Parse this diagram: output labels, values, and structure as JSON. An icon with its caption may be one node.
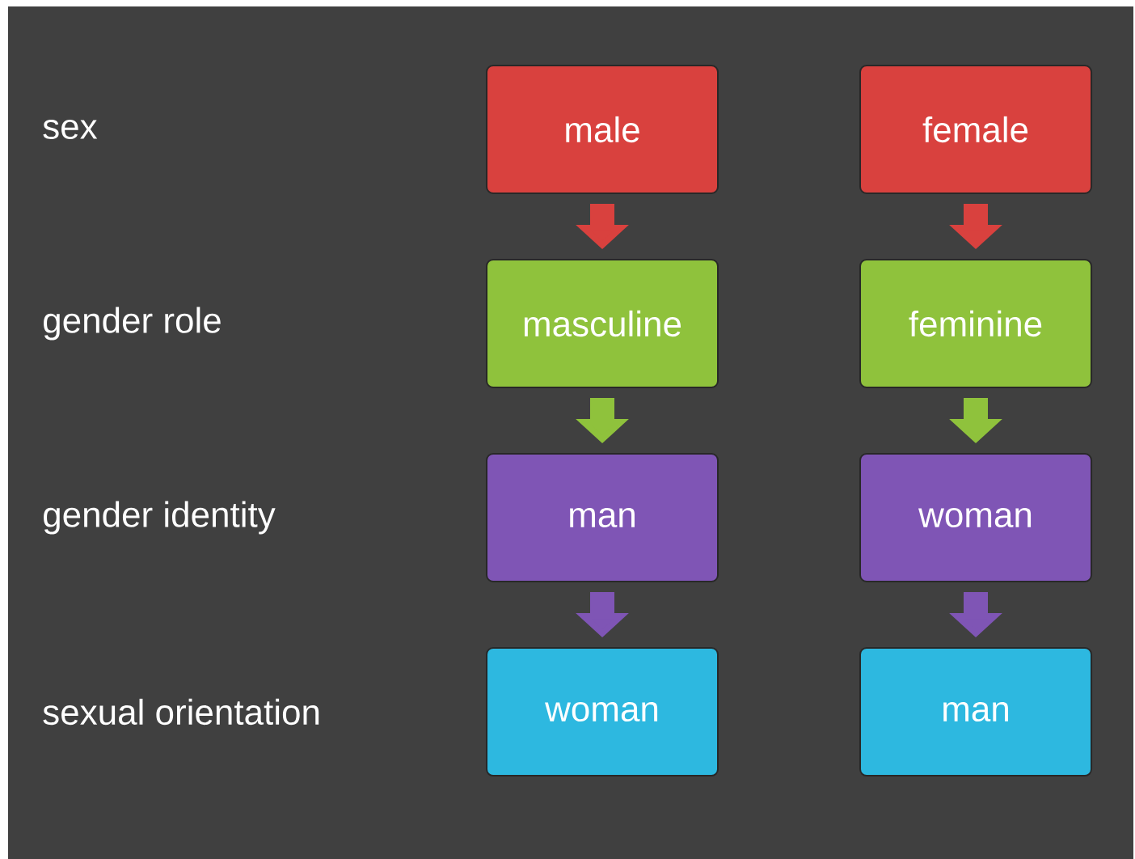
{
  "diagram": {
    "nodes": [
      {
        "text": [
          "male"
        ]
      },
      {
        "text": [
          "female"
        ]
      },
      {
        "text": [
          "masculine"
        ]
      },
      {
        "text": [
          "feminine"
        ]
      },
      {
        "text": [
          "man"
        ]
      },
      {
        "text": [
          "woman"
        ]
      },
      {
        "text": [
          "woman"
        ]
      },
      {
        "text": [
          "man"
        ]
      }
    ],
    "edges": [
      {
        "from": 0,
        "to": 2,
        "arrow": "to",
        "color": "#d9413e"
      },
      {
        "from": 1,
        "to": 3,
        "arrow": "to",
        "color": "#d9413e"
      },
      {
        "from": 2,
        "to": 4,
        "arrow": "to",
        "color": "#8fc23c"
      },
      {
        "from": 3,
        "to": 5,
        "arrow": "to",
        "color": "#8fc23c"
      },
      {
        "from": 4,
        "to": 6,
        "arrow": "to",
        "color": "#7f55b5"
      },
      {
        "from": 5,
        "to": 7,
        "arrow": "to",
        "color": "#7f55b5"
      }
    ],
    "labels": [
      "sex",
      "gender role",
      "gender identity",
      "sexual orientation"
    ]
  }
}
